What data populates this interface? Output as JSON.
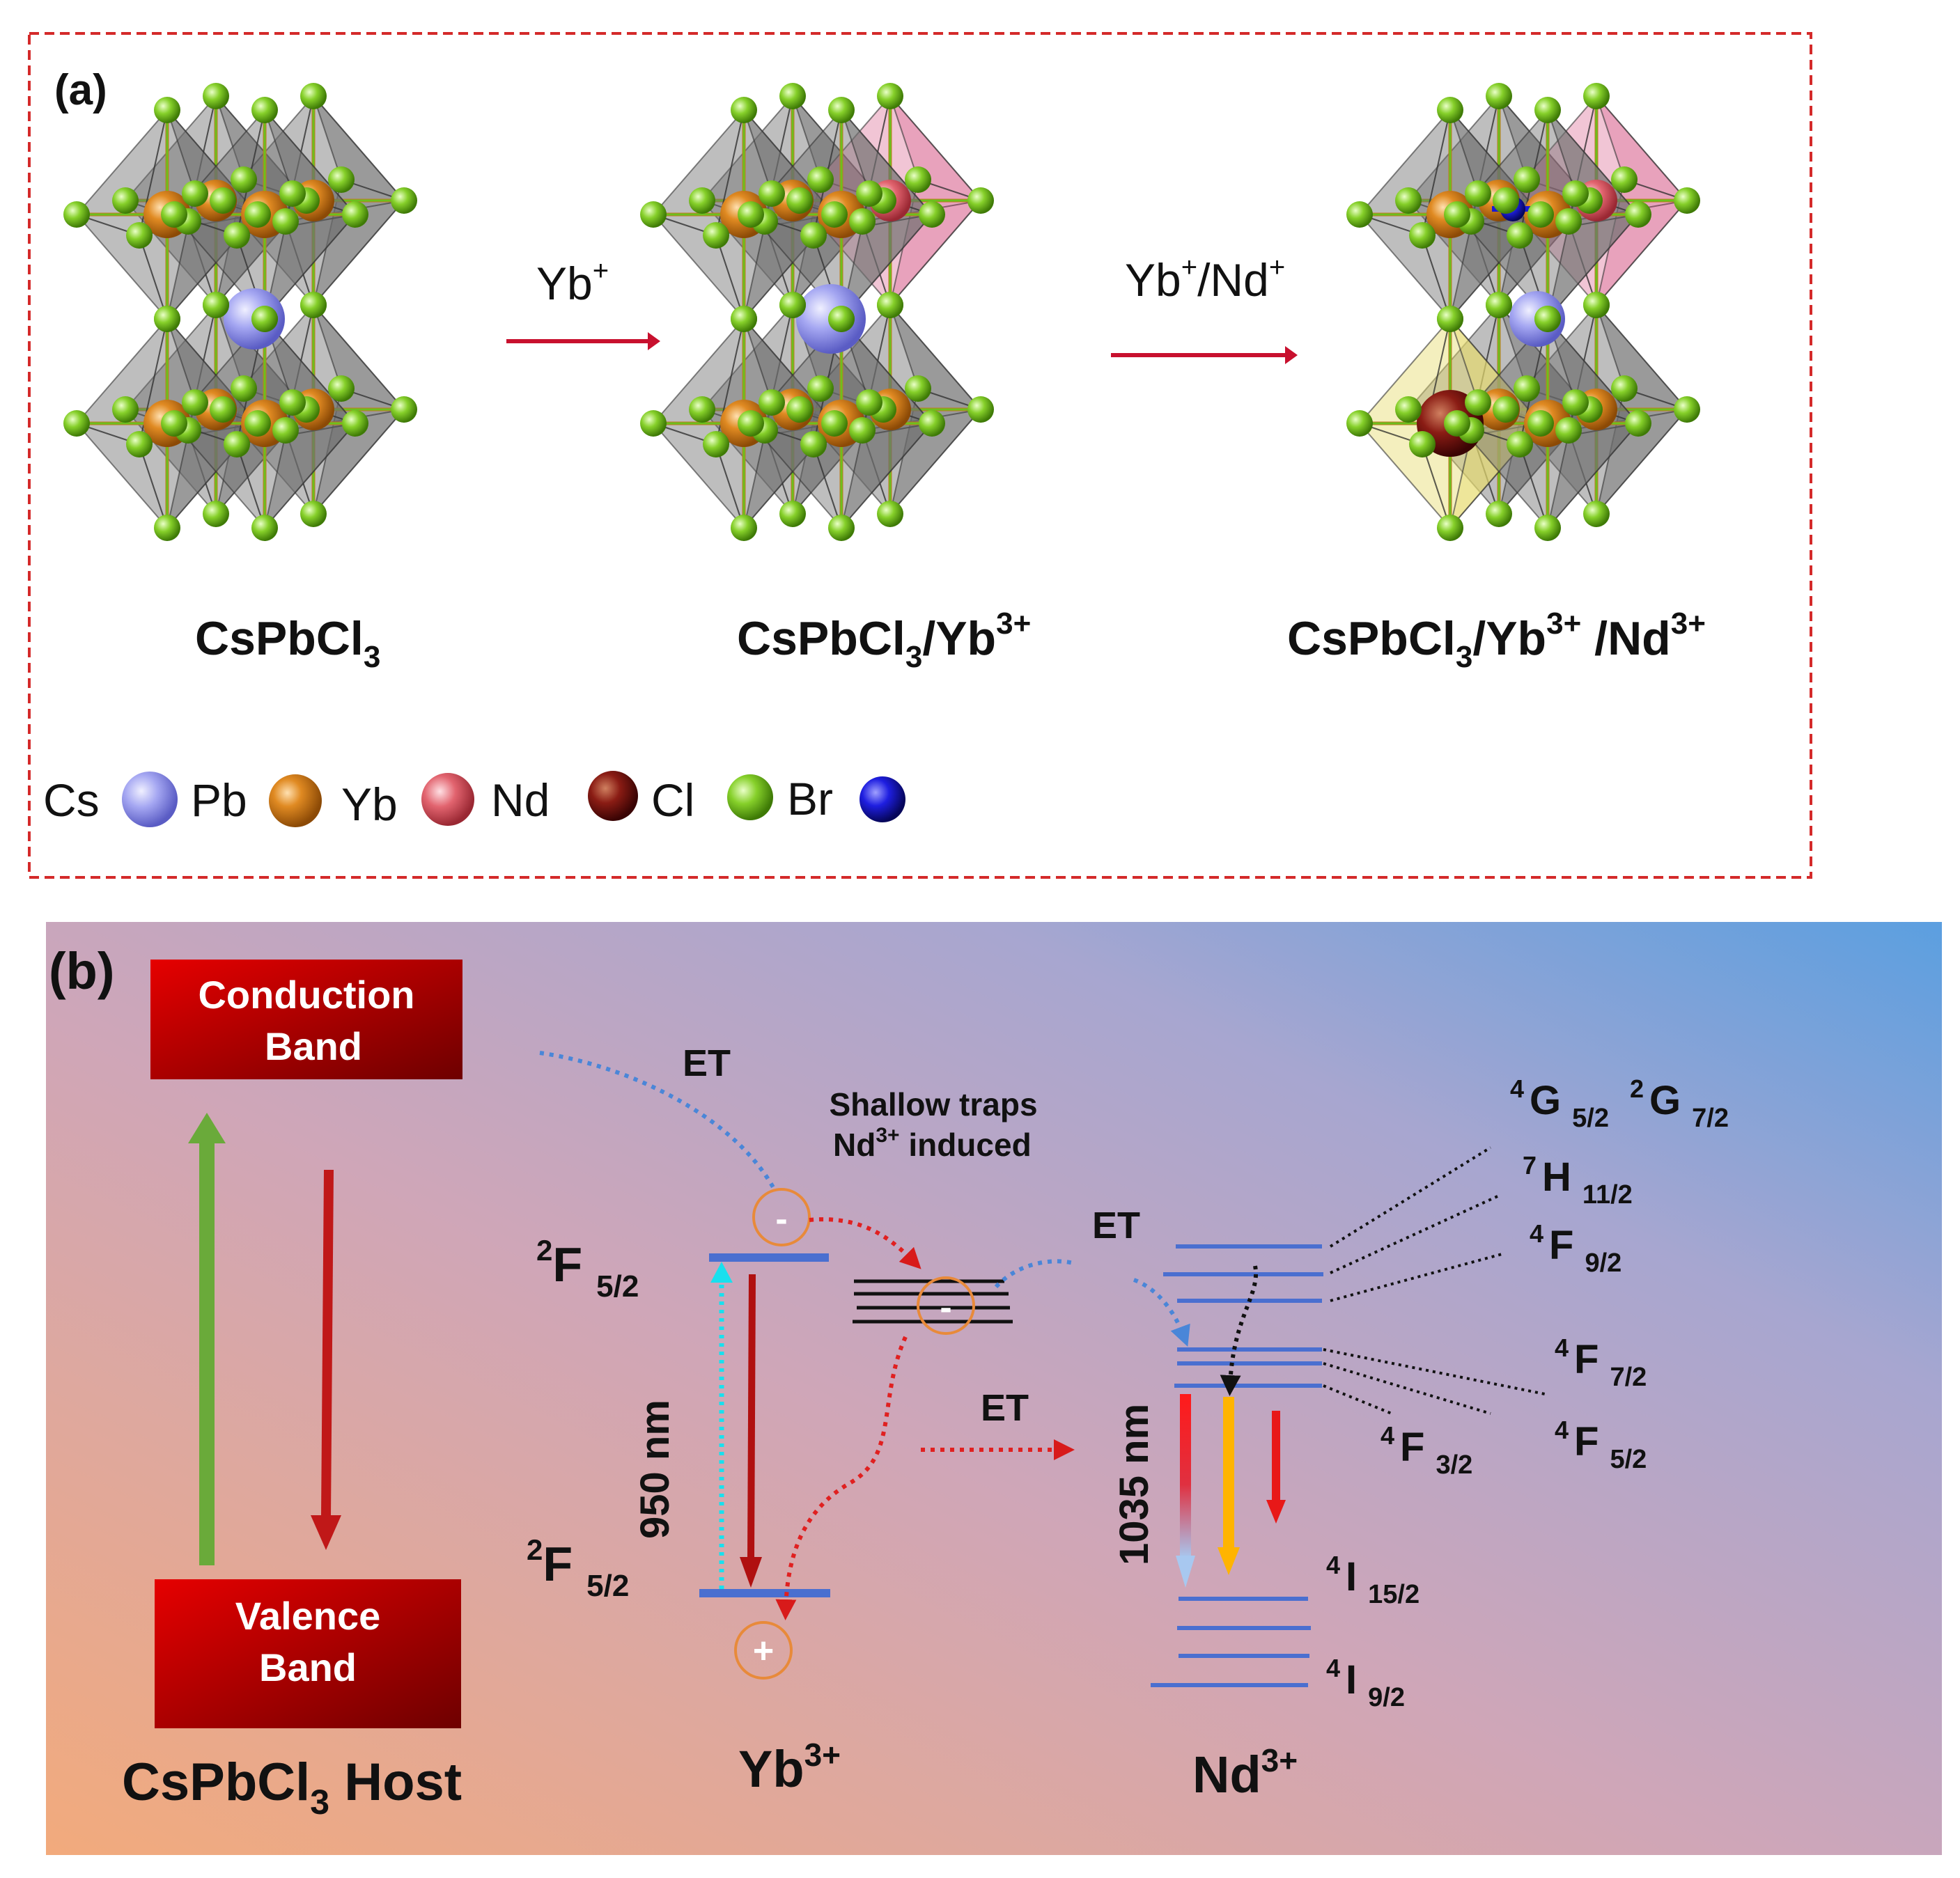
{
  "panel_a": {
    "label": "(a)",
    "arrow1_label": "Yb",
    "arrow1_sup": "+",
    "arrow2_label": "Yb",
    "arrow2_sup": "+",
    "arrow2_mid": "/Nd",
    "arrow2_sup2": "+",
    "structures": [
      {
        "main": "CsPbCl",
        "sub": "3",
        "rest": ""
      },
      {
        "main": "CsPbCl",
        "sub": "3",
        "rest": "/Yb",
        "sup": "3+"
      },
      {
        "main": "CsPbCl",
        "sub": "3",
        "rest": "/Yb",
        "sup": "3+",
        "rest2": " /Nd",
        "sup2": "3+"
      }
    ],
    "legend": [
      {
        "label": "Cs",
        "color": "#8f91e6"
      },
      {
        "label": "Pb",
        "color": "#d9811f"
      },
      {
        "label": "Yb",
        "color": "#e0656f"
      },
      {
        "label": "Nd",
        "color": "#7a1212"
      },
      {
        "label": "Cl",
        "color": "#7ecb22"
      },
      {
        "label": "Br",
        "color": "#1a1ad6"
      }
    ]
  },
  "panel_b": {
    "label": "(b)",
    "conduction_band": [
      "Conduction",
      "Band"
    ],
    "valence_band": [
      "Valence",
      "Band"
    ],
    "host_label": "CsPbCl",
    "host_sub": "3",
    "host_rest": " Host",
    "et": "ET",
    "shallow_traps": [
      "Shallow traps",
      "Nd",
      "3+",
      " induced"
    ],
    "yb_label": "Yb",
    "yb_sup": "3+",
    "nd_label": "Nd",
    "nd_sup": "3+",
    "wavelength_yb": "950 nm",
    "wavelength_nd": "1035 nm",
    "minus": "-",
    "plus": "+",
    "yb_levels": [
      {
        "sup": "2",
        "L": "F",
        "sub": "5/2"
      },
      {
        "sup": "2",
        "L": "F",
        "sub": "5/2"
      }
    ],
    "nd_levels": {
      "G": {
        "sup1": "4",
        "L1": "G",
        "sub1": "5/2",
        "sup2": "2",
        "L2": "G",
        "sub2": "7/2"
      },
      "H": {
        "sup": "7",
        "L": "H",
        "sub": "11/2"
      },
      "F92": {
        "sup": "4",
        "L": "F",
        "sub": "9/2"
      },
      "F72": {
        "sup": "4",
        "L": "F",
        "sub": "7/2"
      },
      "F52": {
        "sup": "4",
        "L": "F",
        "sub": "5/2"
      },
      "F32": {
        "sup": "4",
        "L": "F",
        "sub": "3/2"
      },
      "I152": {
        "sup": "4",
        "L": "I",
        "sub": "15/2"
      },
      "I92": {
        "sup": "4",
        "L": "I",
        "sub": "9/2"
      }
    }
  },
  "colors": {
    "frame_red": "#d42a2a",
    "arrow_red": "#c8102e",
    "level_blue": "#4a6fd0",
    "band_dark": "#7a0000",
    "band_bright": "#e00000",
    "green_arrow": "#6aaa3a",
    "cyan": "#19e0ee",
    "orange": "#ffb400"
  }
}
